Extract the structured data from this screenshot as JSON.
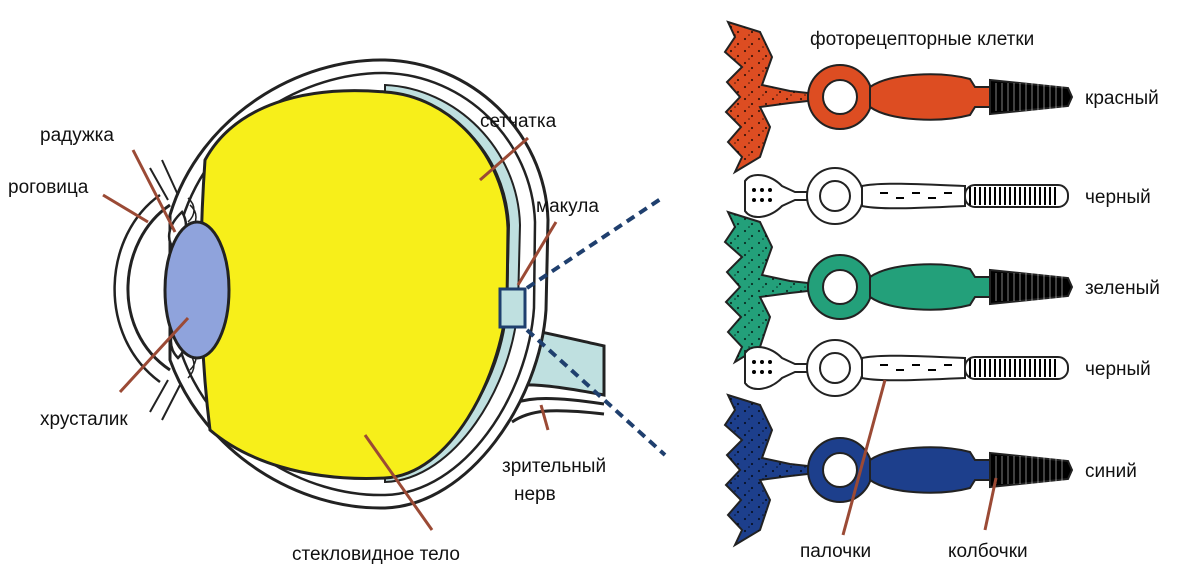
{
  "eye_labels": {
    "iris": "радужка",
    "cornea": "роговица",
    "lens": "хрусталик",
    "retina": "сетчатка",
    "macula": "макула",
    "optic_nerve_line1": "зрительный",
    "optic_nerve_line2": "нерв",
    "vitreous": "стекловидное тело"
  },
  "cells": {
    "title": "фоторецепторные клетки",
    "rows": [
      {
        "label": "красный",
        "color": "#dd4d22",
        "kind": "cone"
      },
      {
        "label": "черный",
        "color": "#ffffff",
        "kind": "rod"
      },
      {
        "label": "зеленый",
        "color": "#23a07a",
        "kind": "cone"
      },
      {
        "label": "черный",
        "color": "#ffffff",
        "kind": "rod"
      },
      {
        "label": "синий",
        "color": "#1d3f8c",
        "kind": "cone"
      }
    ],
    "rods_label": "палочки",
    "cones_label": "колбочки"
  },
  "colors": {
    "vitreous": "#f7ef1a",
    "lens": "#8fa3dc",
    "retina_band": "#bfe0e0",
    "nerve": "#bfe0e0",
    "pointer": "#9b4a35",
    "dash": "#1f3f6e"
  }
}
